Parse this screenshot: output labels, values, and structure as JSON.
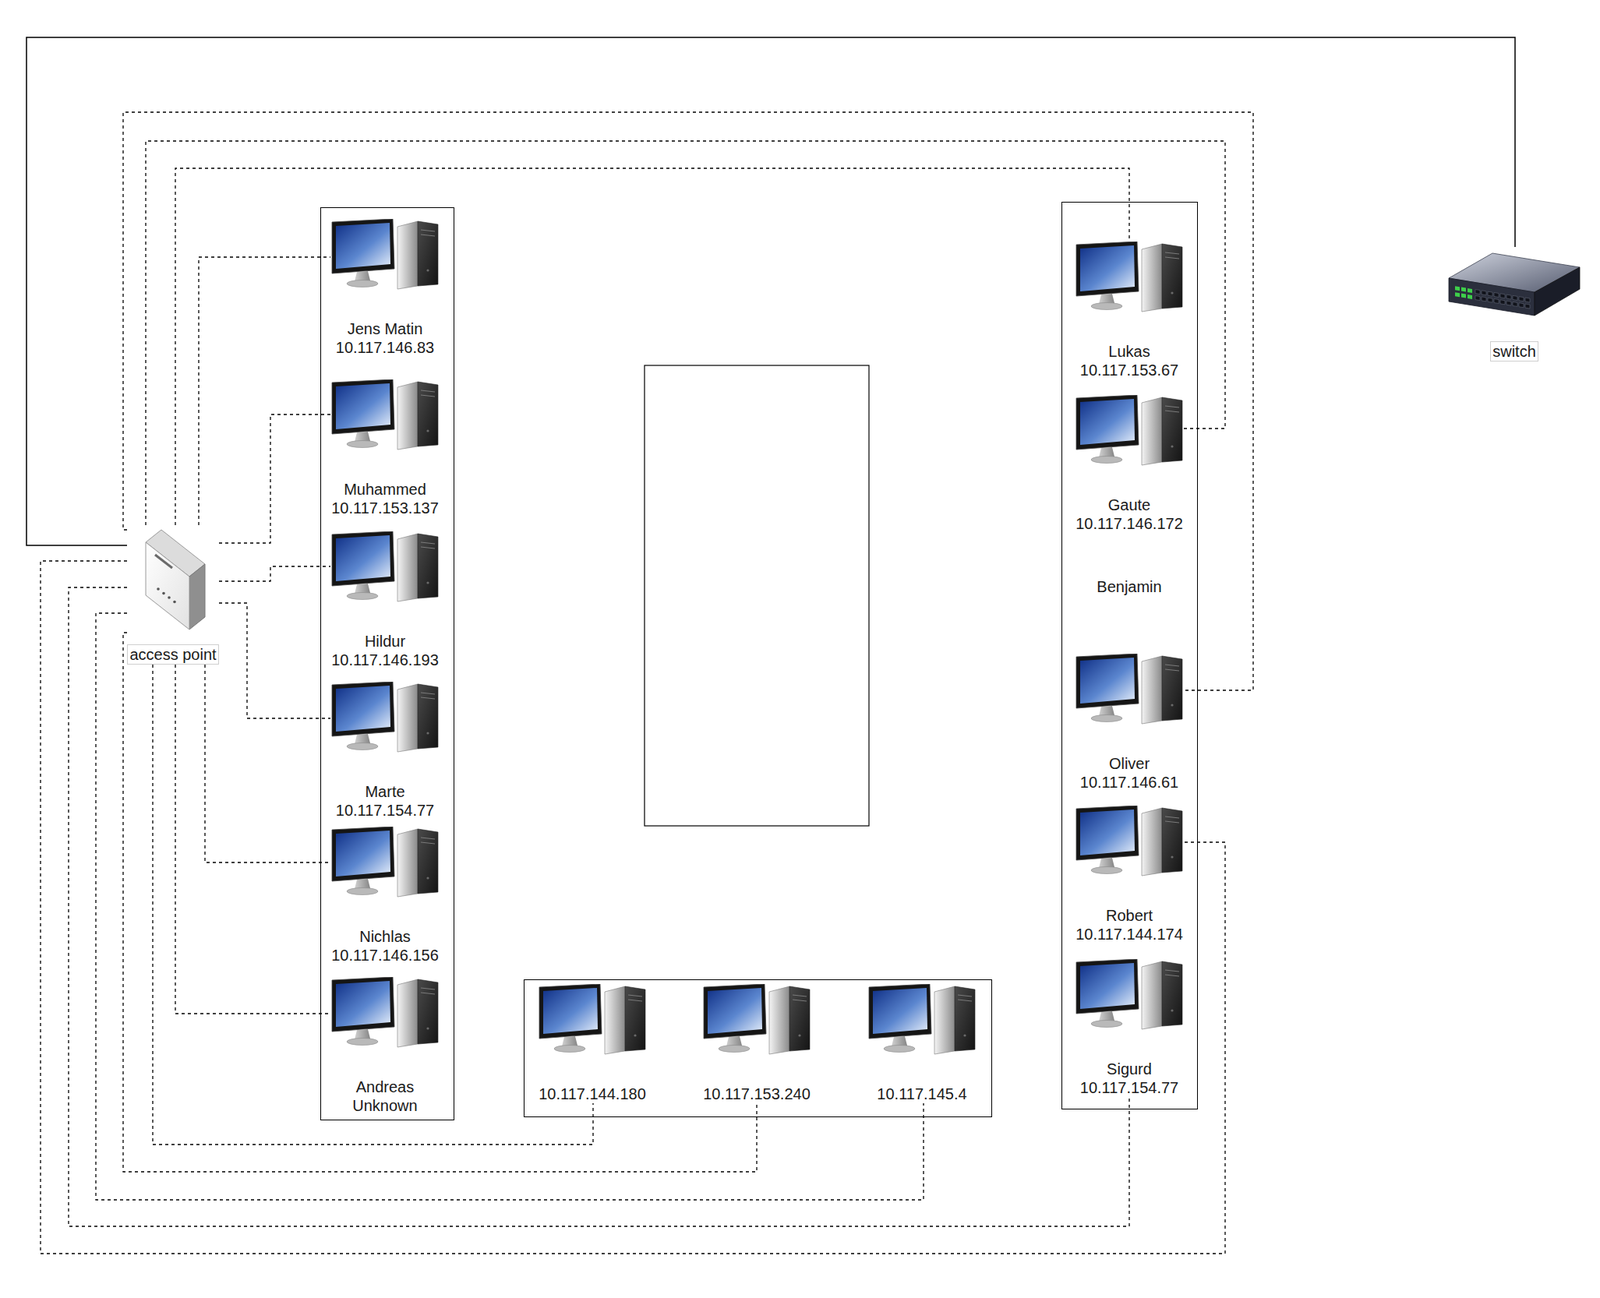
{
  "diagram": {
    "nodes": [
      {
        "text": [
          "access point"
        ]
      },
      {
        "text": []
      },
      {
        "text": [
          "Jens Matin",
          "10.117.146.83"
        ],
        "in": 1
      },
      {
        "text": [
          "Muhammed",
          "10.117.153.137"
        ],
        "in": 1
      },
      {
        "text": [
          "Hildur",
          "10.117.146.193"
        ],
        "in": 1
      },
      {
        "text": [
          "Marte",
          "10.117.154.77"
        ],
        "in": 1
      },
      {
        "text": [
          "Nichlas",
          "10.117.146.156"
        ],
        "in": 1
      },
      {
        "text": [
          "Andreas",
          "Unknown"
        ],
        "in": 1
      },
      {
        "text": []
      },
      {
        "text": [
          "Lukas",
          "10.117.153.67"
        ],
        "in": 8
      },
      {
        "text": [
          "Gaute",
          "10.117.146.172"
        ],
        "in": 8
      },
      {
        "text": [
          "Oliver",
          "10.117.146.61"
        ],
        "in": 8
      },
      {
        "text": [
          "Robert",
          "10.117.144.174"
        ],
        "in": 8
      },
      {
        "text": [
          "Sigurd",
          "10.117.154.77"
        ],
        "in": 8
      },
      {
        "text": []
      },
      {
        "text": [
          "10.117.144.180"
        ],
        "in": 14
      },
      {
        "text": [
          "10.117.153.240"
        ],
        "in": 14
      },
      {
        "text": [
          "10.117.145.4"
        ],
        "in": 14
      },
      {
        "text": [
          "switch"
        ]
      }
    ],
    "edges": [
      {
        "from": 0,
        "to": 18,
        "arrow": "none"
      },
      {
        "from": 0,
        "to": 2,
        "arrow": "none"
      },
      {
        "from": 0,
        "to": 3,
        "arrow": "none"
      },
      {
        "from": 0,
        "to": 4,
        "arrow": "none"
      },
      {
        "from": 0,
        "to": 5,
        "arrow": "none"
      },
      {
        "from": 0,
        "to": 6,
        "arrow": "none"
      },
      {
        "from": 0,
        "to": 7,
        "arrow": "none"
      },
      {
        "from": 0,
        "to": 9,
        "arrow": "none"
      },
      {
        "from": 0,
        "to": 10,
        "arrow": "none"
      },
      {
        "from": 0,
        "to": 11,
        "arrow": "none"
      },
      {
        "from": 0,
        "to": 12,
        "arrow": "none"
      },
      {
        "from": 0,
        "to": 13,
        "arrow": "none"
      },
      {
        "from": 0,
        "to": 17,
        "arrow": "none"
      },
      {
        "from": 0,
        "to": 16,
        "arrow": "none"
      },
      {
        "from": 0,
        "to": 15,
        "arrow": "none"
      }
    ],
    "labels": [
      "Benjamin"
    ]
  }
}
